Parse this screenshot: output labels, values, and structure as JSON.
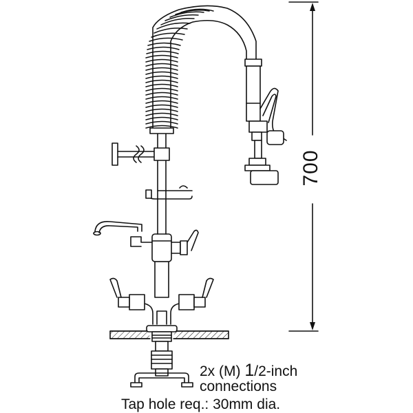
{
  "dimension": {
    "value": "700"
  },
  "connections": {
    "prefix": "2x (M) ",
    "numerator": "1",
    "suffix": "/2-inch",
    "line2": "connections"
  },
  "tap_hole": {
    "text": "Tap hole req.: 30mm dia."
  }
}
